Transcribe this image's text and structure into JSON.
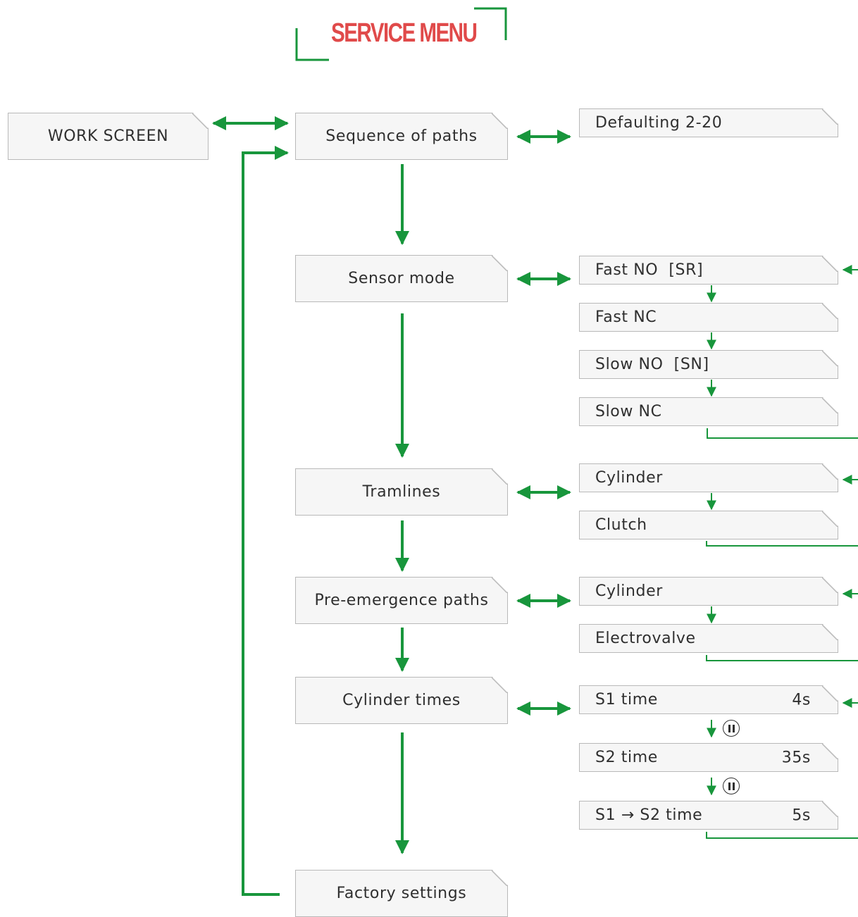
{
  "title": "SERVICE MENU",
  "colors": {
    "connector": "#18963c",
    "title": "#e04a4a",
    "box_fill": "#f6f6f6",
    "box_border": "#b9b9b9",
    "text": "#2f2f2f"
  },
  "work_screen": {
    "label": "WORK SCREEN"
  },
  "menu": {
    "sequence_of_paths": "Sequence of paths",
    "sensor_mode": "Sensor mode",
    "tramlines": "Tramlines",
    "pre_emergence_paths": "Pre-emergence paths",
    "cylinder_times": "Cylinder times",
    "factory_settings": "Factory settings"
  },
  "options": {
    "sequence": [
      "Defaulting 2-20"
    ],
    "sensor": [
      "Fast NO  [SR]",
      "Fast NC",
      "Slow NO  [SN]",
      "Slow NC"
    ],
    "tramlines": [
      "Cylinder",
      "Clutch"
    ],
    "pre_emergence": [
      "Cylinder",
      "Electrovalve"
    ],
    "cylinder_times": [
      {
        "label": "S1 time",
        "value": "4s"
      },
      {
        "label": "S2 time",
        "value": "35s"
      },
      {
        "label": "S1 → S2 time",
        "value": "5s"
      }
    ]
  },
  "icons": {
    "pause": "pause-circle-icon",
    "arrow": "arrow-icon"
  }
}
